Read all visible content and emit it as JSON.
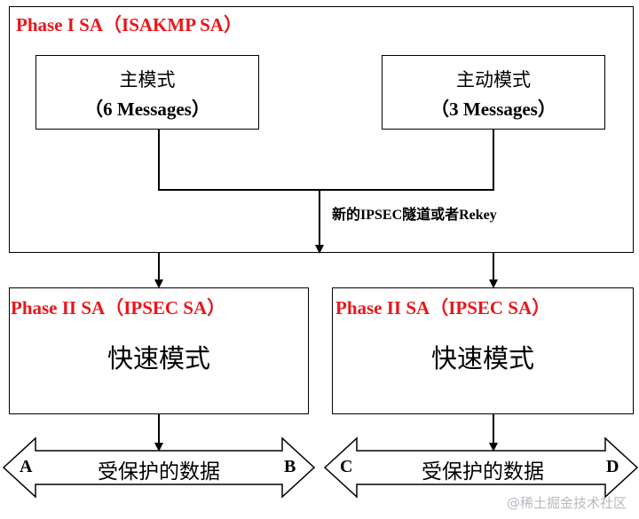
{
  "phase1": {
    "title": "Phase I  SA（ISAKMP SA）",
    "main_mode": {
      "name": "主模式",
      "messages": "（6 Messages）"
    },
    "aggressive_mode": {
      "name": "主动模式",
      "messages": "（3 Messages）"
    },
    "rekey_label": "新的IPSEC隧道或者Rekey"
  },
  "phase2": [
    {
      "title": "Phase II  SA（IPSEC SA）",
      "mode": "快速模式",
      "data_label": "受保护的数据",
      "left_end": "A",
      "right_end": "B"
    },
    {
      "title": "Phase II  SA（IPSEC SA）",
      "mode": "快速模式",
      "data_label": "受保护的数据",
      "left_end": "C",
      "right_end": "D"
    }
  ],
  "watermark": "@稀土掘金技术社区"
}
